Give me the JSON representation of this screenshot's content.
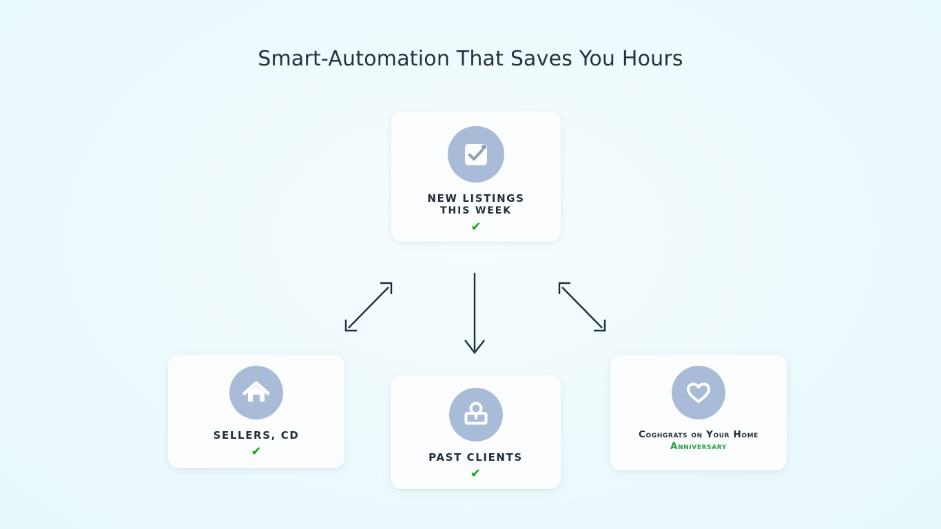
{
  "page": {
    "title": "Smart-Automation That Saves You Hours",
    "background_color": "#eefafd",
    "accent_icon_color": "#a9bcd7",
    "text_color": "#222d3c",
    "success_color": "#17a317",
    "arrow_color": "#1e2c3c"
  },
  "nodes": {
    "trigger": {
      "icon": "checklist-icon",
      "label_line1": "NEW LISTINGS",
      "label_line2": "THIS WEEK",
      "status_check": "✔"
    },
    "sellers": {
      "icon": "house-icon",
      "label_line1": "SELLERS, CD",
      "status_check": "✔"
    },
    "past_clients": {
      "icon": "person-icon",
      "label_line1": "PAST CLIENTS",
      "status_check": "✔"
    },
    "anniversary": {
      "icon": "heart-icon",
      "label_line1": "Coghgrats on Your Home",
      "label_line2": "Anniversary"
    }
  },
  "connectors": [
    {
      "name": "trigger-to-sellers",
      "style": "double-headed-diagonal-left"
    },
    {
      "name": "trigger-to-past-clients",
      "style": "single-headed-down"
    },
    {
      "name": "trigger-to-anniversary",
      "style": "double-headed-diagonal-right"
    }
  ]
}
